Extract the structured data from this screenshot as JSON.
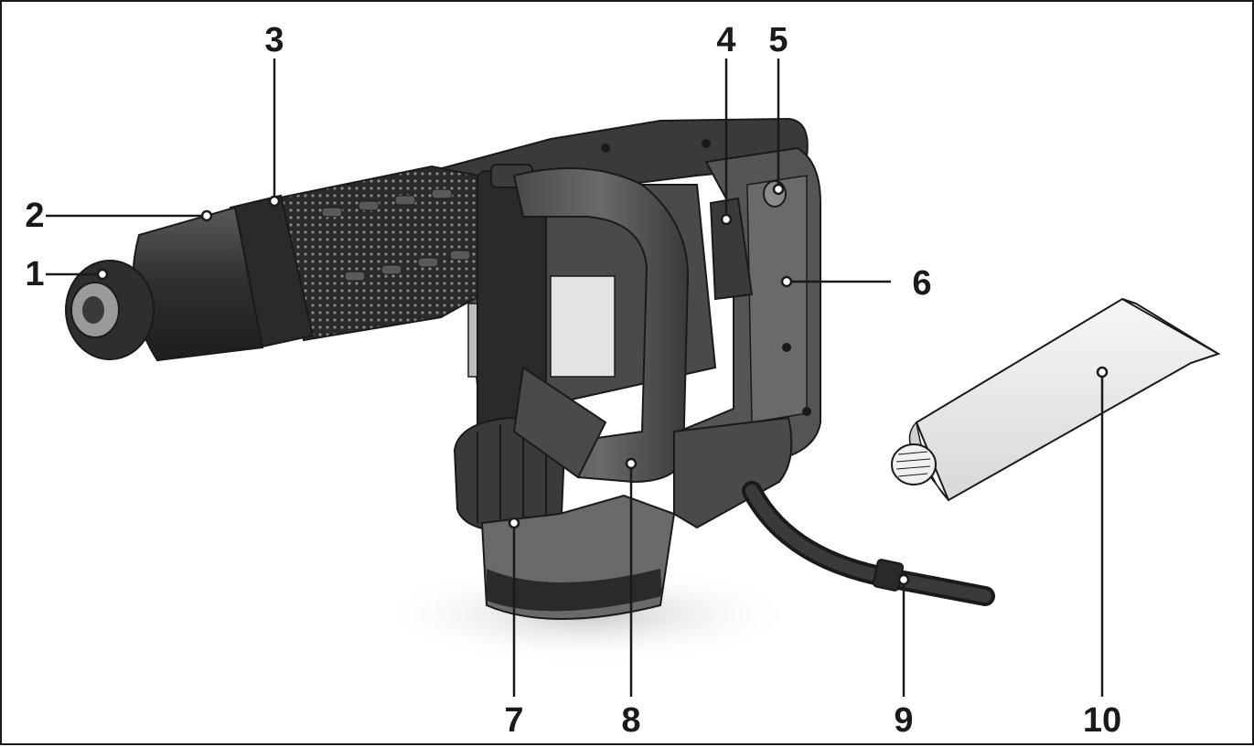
{
  "figure": {
    "callouts": [
      {
        "id": "1",
        "label": "1"
      },
      {
        "id": "2",
        "label": "2"
      },
      {
        "id": "3",
        "label": "3"
      },
      {
        "id": "4",
        "label": "4"
      },
      {
        "id": "5",
        "label": "5"
      },
      {
        "id": "6",
        "label": "6"
      },
      {
        "id": "7",
        "label": "7"
      },
      {
        "id": "8",
        "label": "8"
      },
      {
        "id": "9",
        "label": "9"
      },
      {
        "id": "10",
        "label": "10"
      }
    ],
    "colors": {
      "ink": "#1a1a1a",
      "body_dark": "#3a3a3a",
      "body_mid": "#6d6d6d",
      "body_light": "#a8a8a8",
      "shadow": "#d4d4d4",
      "tube": "#e9e9e9"
    }
  }
}
